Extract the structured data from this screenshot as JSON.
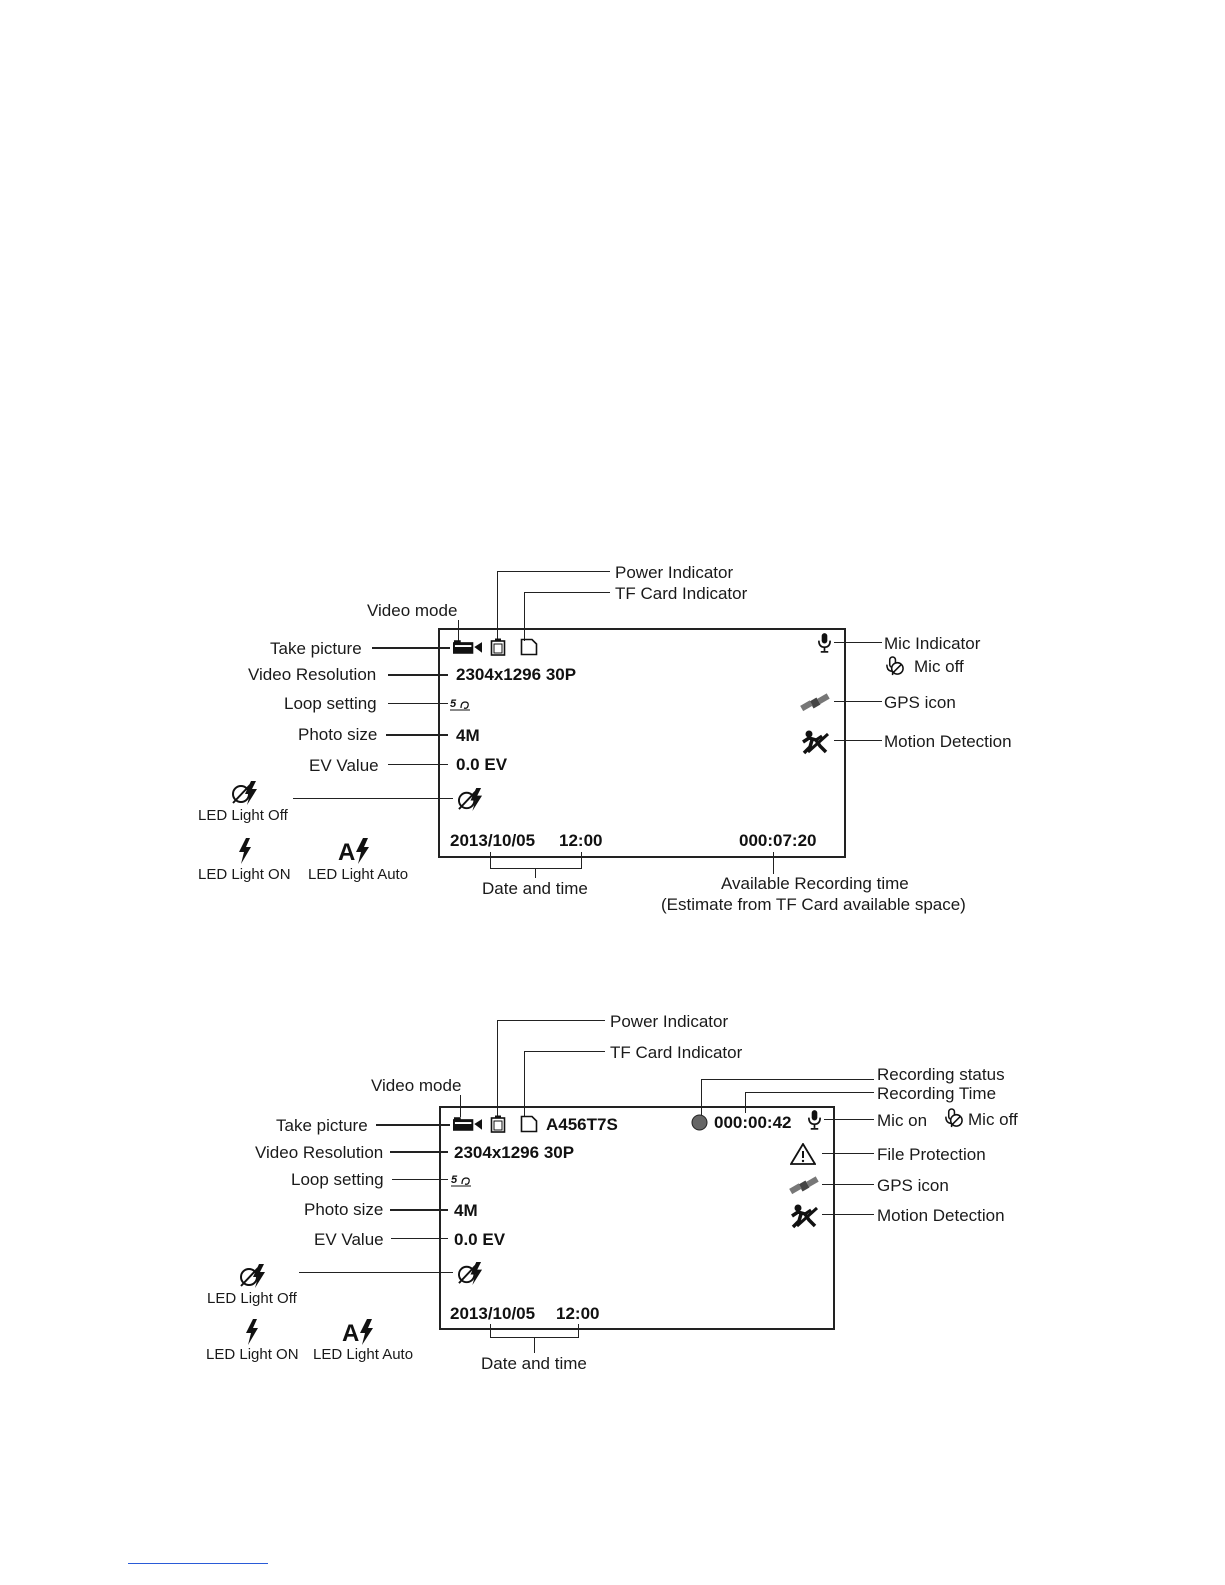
{
  "diagram1": {
    "labels": {
      "power_indicator": "Power Indicator",
      "tf_card_indicator": "TF Card Indicator",
      "video_mode": "Video mode",
      "take_picture": "Take picture",
      "video_resolution": "Video Resolution",
      "loop_setting": "Loop setting",
      "photo_size": "Photo size",
      "ev_value": "EV Value",
      "led_light_off": "LED Light Off",
      "led_light_on": "LED Light ON",
      "led_light_auto": "LED Light Auto",
      "mic_indicator": "Mic Indicator",
      "mic_off": "Mic off",
      "gps_icon": "GPS icon",
      "motion_detection": "Motion Detection",
      "date_and_time": "Date and time",
      "available_recording_time": "Available Recording time",
      "estimate_note": "(Estimate from TF Card available space)"
    },
    "screen": {
      "resolution": "2304x1296 30P",
      "photo_size": "4M",
      "ev": "0.0 EV",
      "date": "2013/10/05",
      "time": "12:00",
      "available_time": "000:07:20"
    }
  },
  "diagram2": {
    "labels": {
      "power_indicator": "Power Indicator",
      "tf_card_indicator": "TF Card Indicator",
      "video_mode": "Video mode",
      "recording_status": "Recording status",
      "recording_time": "Recording Time",
      "take_picture": "Take picture",
      "video_resolution": "Video Resolution",
      "loop_setting": "Loop setting",
      "photo_size": "Photo size",
      "ev_value": "EV Value",
      "led_light_off": "LED Light Off",
      "led_light_on": "LED Light ON",
      "led_light_auto": "LED Light Auto",
      "mic_on": "Mic on",
      "mic_off": "Mic off",
      "file_protection": "File Protection",
      "gps_icon": "GPS icon",
      "motion_detection": "Motion Detection",
      "date_and_time": "Date and time"
    },
    "screen": {
      "file_name": "A456T7S",
      "rec_time": "000:00:42",
      "resolution": "2304x1296 30P",
      "photo_size": "4M",
      "ev": "0.0 EV",
      "date": "2013/10/05",
      "time": "12:00"
    }
  },
  "icons": {
    "camera": "video-camera-icon",
    "battery": "battery-icon",
    "sd_card": "sd-card-icon",
    "mic": "microphone-icon",
    "mic_off": "microphone-off-icon",
    "gps": "satellite-icon",
    "motion": "running-person-icon",
    "flash_off": "flash-off-icon",
    "flash_on": "flash-icon",
    "flash_auto": "flash-auto-icon",
    "warning": "warning-triangle-icon",
    "rec_dot": "record-dot-icon",
    "loop": "loop-icon"
  }
}
